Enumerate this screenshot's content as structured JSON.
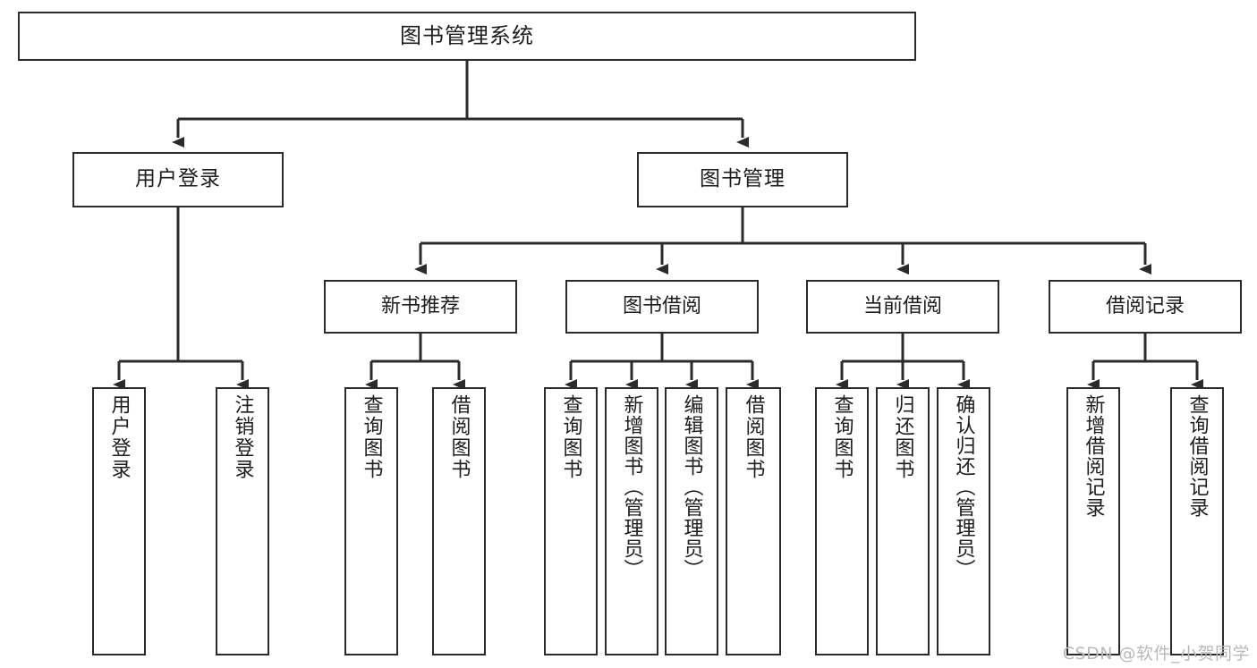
{
  "diagram": {
    "type": "tree",
    "title": "图书管理系统",
    "watermark": "CSDN @软件_小贺同学",
    "colors": {
      "box_border": "#2b2b2b",
      "box_fill": "#ffffff",
      "connector": "#2b2b2b",
      "text": "#1d1d1d",
      "watermark": "#b9b9b9",
      "background": "#ffffff"
    },
    "nodes": {
      "root": {
        "label": "图书管理系统"
      },
      "level2": [
        {
          "label": "用户登录"
        },
        {
          "label": "图书管理"
        }
      ],
      "level3": [
        {
          "label": "新书推荐"
        },
        {
          "label": "图书借阅"
        },
        {
          "label": "当前借阅"
        },
        {
          "label": "借阅记录"
        }
      ],
      "leaves": {
        "user_login": [
          {
            "label": "用户登录"
          },
          {
            "label": "注销登录"
          }
        ],
        "new_book_recommend": [
          {
            "label": "查询图书"
          },
          {
            "label": "借阅图书"
          }
        ],
        "book_borrow": [
          {
            "label": "查询图书"
          },
          {
            "label": "新增图书（管理员）"
          },
          {
            "label": "编辑图书（管理员）"
          },
          {
            "label": "借阅图书"
          }
        ],
        "current_borrow": [
          {
            "label": "查询图书"
          },
          {
            "label": "归还图书"
          },
          {
            "label": "确认归还（管理员）"
          }
        ],
        "borrow_record": [
          {
            "label": "新增借阅记录"
          },
          {
            "label": "查询借阅记录"
          }
        ]
      }
    }
  }
}
